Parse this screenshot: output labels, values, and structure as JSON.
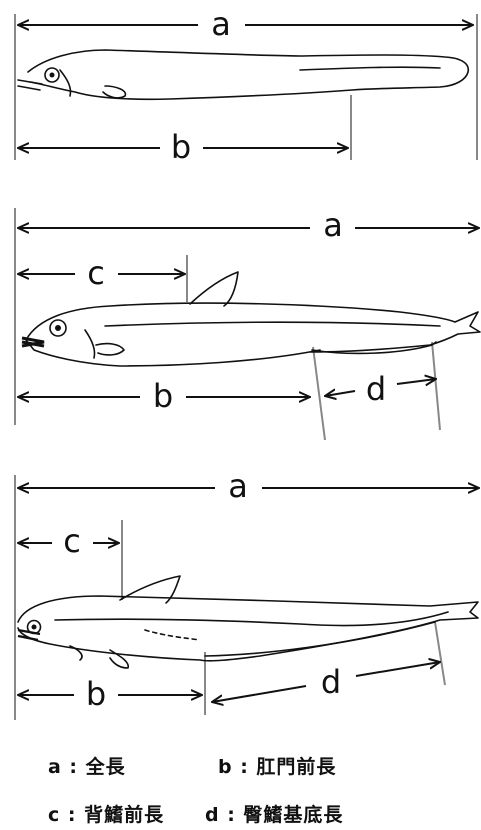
{
  "figures": [
    {
      "dim_a": "a",
      "dim_b": "b"
    },
    {
      "dim_a": "a",
      "dim_b": "b",
      "dim_c": "c",
      "dim_d": "d"
    },
    {
      "dim_a": "a",
      "dim_b": "b",
      "dim_c": "c",
      "dim_d": "d"
    }
  ],
  "legend": [
    {
      "text": "a : 全長"
    },
    {
      "text": "b : 肛門前長"
    },
    {
      "text": "c : 背鰭前長"
    },
    {
      "text": "d : 臀鰭基底長"
    }
  ]
}
